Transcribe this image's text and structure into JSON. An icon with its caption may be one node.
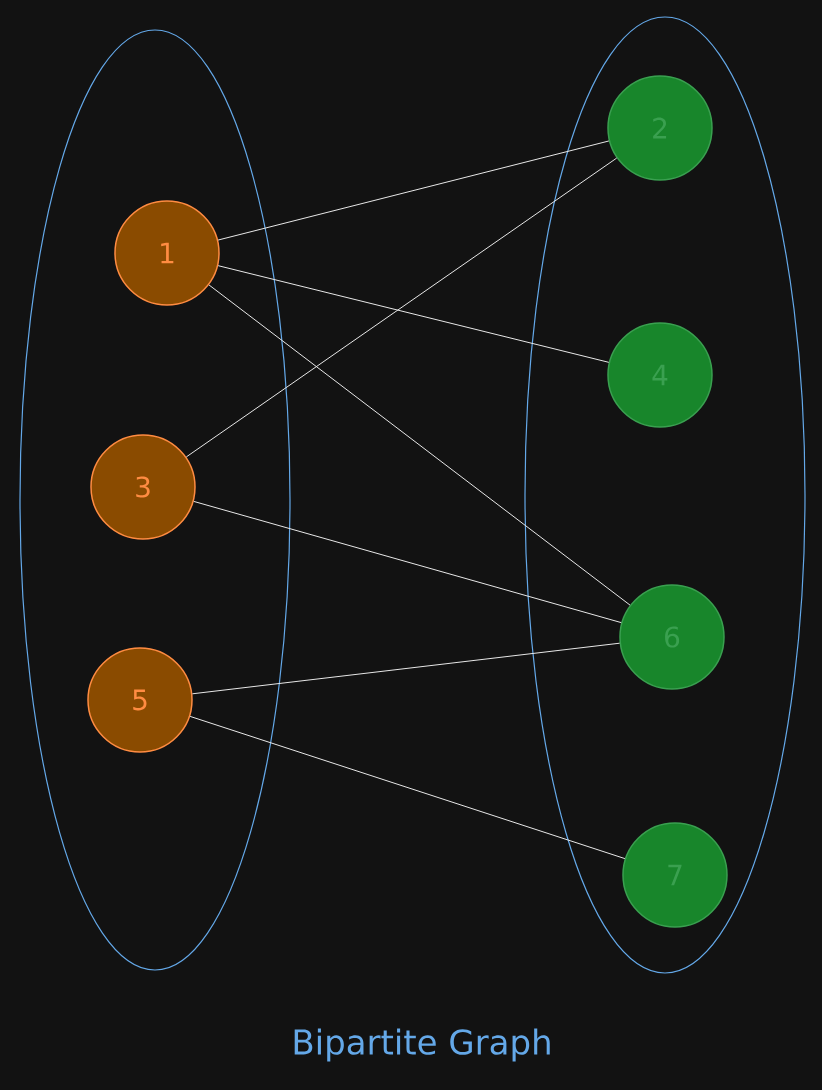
{
  "diagram": {
    "caption": "Bipartite Graph",
    "nodes": [
      {
        "text": [],
        "shape": "ellipse"
      },
      {
        "text": [
          "1"
        ],
        "in": 0
      },
      {
        "text": [
          "3"
        ],
        "in": 0
      },
      {
        "text": [
          "5"
        ],
        "in": 0
      },
      {
        "text": [],
        "shape": "ellipse"
      },
      {
        "text": [
          "2"
        ],
        "in": 4
      },
      {
        "text": [
          "4"
        ],
        "in": 4
      },
      {
        "text": [
          "6"
        ],
        "in": 4
      },
      {
        "text": [
          "7"
        ],
        "in": 4
      }
    ],
    "edges": [
      {
        "from": 1,
        "to": 5,
        "arrow": "none"
      },
      {
        "from": 1,
        "to": 6,
        "arrow": "none"
      },
      {
        "from": 1,
        "to": 7,
        "arrow": "none"
      },
      {
        "from": 2,
        "to": 5,
        "arrow": "none"
      },
      {
        "from": 2,
        "to": 7,
        "arrow": "none"
      },
      {
        "from": 3,
        "to": 7,
        "arrow": "none"
      },
      {
        "from": 3,
        "to": 8,
        "arrow": "none"
      }
    ]
  }
}
